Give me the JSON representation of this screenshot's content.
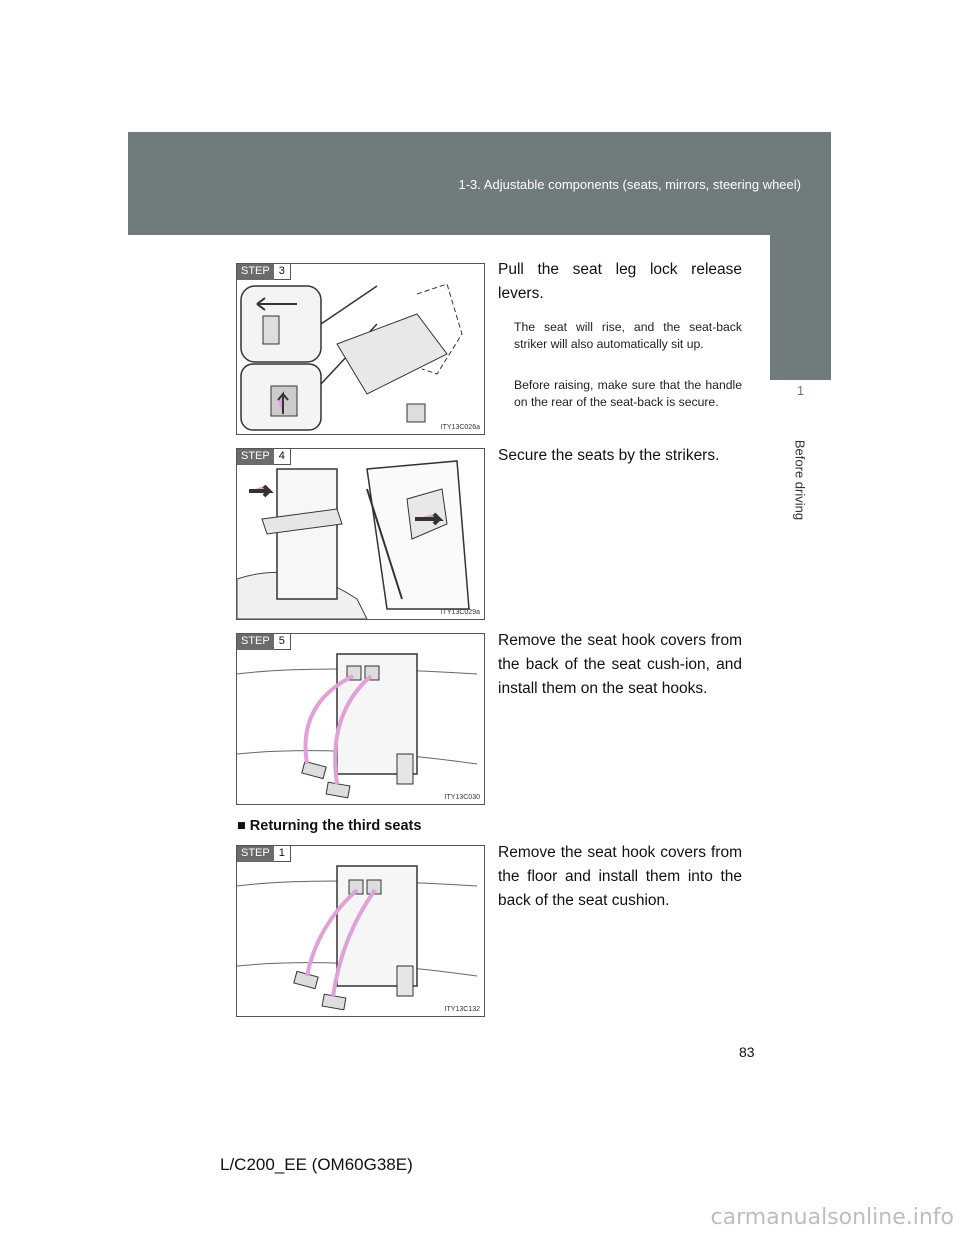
{
  "header": {
    "section_title": "1-3. Adjustable components (seats, mirrors, steering wheel)"
  },
  "side_tab": {
    "chapter_number": "1",
    "chapter_label": "Before driving"
  },
  "steps": [
    {
      "step_label": "STEP",
      "step_number": "3",
      "figure_code": "ITY13C026a",
      "instruction": "Pull the seat leg lock release levers.",
      "notes": [
        "The seat will rise, and the seat-back striker will also automatically sit up.",
        "Before raising, make sure that the handle on the rear of the seat-back is secure."
      ]
    },
    {
      "step_label": "STEP",
      "step_number": "4",
      "figure_code": "ITY13C029a",
      "instruction": "Secure the seats by the strikers."
    },
    {
      "step_label": "STEP",
      "step_number": "5",
      "figure_code": "ITY13C030",
      "instruction": "Remove the seat hook covers from the back of the seat cush-ion, and install them on the seat hooks."
    },
    {
      "step_label": "STEP",
      "step_number": "1",
      "figure_code": "ITY13C132",
      "instruction": "Remove the seat hook covers from the floor and install them into the back of the seat cushion."
    }
  ],
  "section": {
    "bullet": "■",
    "heading": "Returning the third seats"
  },
  "page_number": "83",
  "footer_code": "L/C200_EE (OM60G38E)",
  "watermark": "carmanualsonline.info",
  "colors": {
    "header_band": "#707c7b",
    "arrow_pink": "#e0a0d8"
  }
}
